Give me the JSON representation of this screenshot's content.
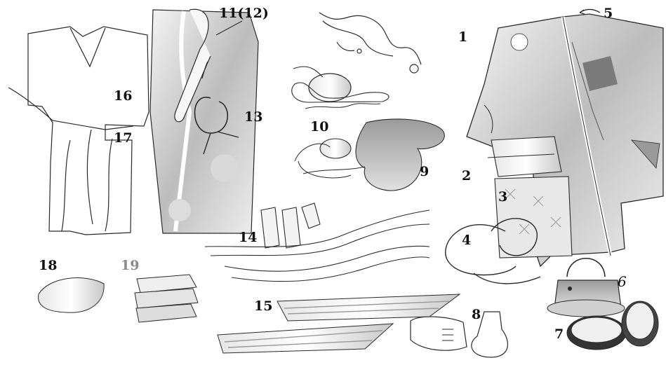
{
  "labels": {
    "l1": "1",
    "l2": "2",
    "l3": "3",
    "l4": "4",
    "l5": "5",
    "l6": "6",
    "l7": "7",
    "l8": "8",
    "l9": "9",
    "l10": "10",
    "l11": "11(12)",
    "l13": "13",
    "l14": "14",
    "l15": "15",
    "l16": "16",
    "l17": "17",
    "l18": "18",
    "l19": "19"
  },
  "colors": {
    "outline": "#2a2a2a",
    "shade": "#cfcfcf",
    "label": "#111111",
    "label_muted": "#8a8a8a"
  }
}
